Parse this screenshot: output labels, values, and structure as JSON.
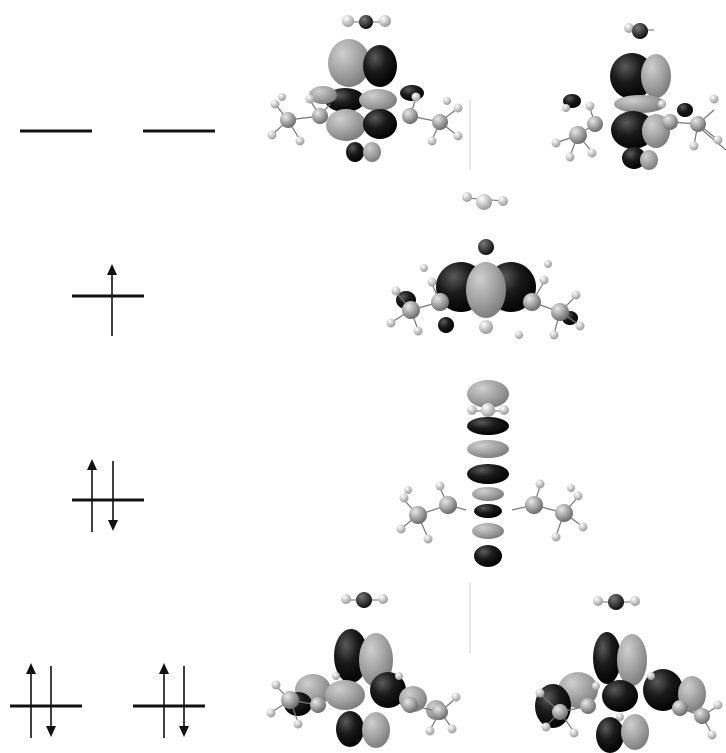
{
  "levels": [
    {
      "label": "unoccupied-degenerate",
      "degenerate": 2,
      "electrons": [
        0,
        0
      ]
    },
    {
      "label": "singly-occupied",
      "degenerate": 1,
      "electrons": [
        1
      ]
    },
    {
      "label": "doubly-occupied",
      "degenerate": 1,
      "electrons": [
        2
      ]
    },
    {
      "label": "doubly-occupied-degenerate",
      "degenerate": 2,
      "electrons": [
        2,
        2
      ]
    }
  ],
  "colors": {
    "lobe_dark": "#0d0d0d",
    "lobe_light": "#a6a6a6",
    "atom_heavy": "#9a9a9a",
    "atom_h": "#e6e6e6",
    "line": "#111111",
    "divider": "#cfcfcf"
  }
}
